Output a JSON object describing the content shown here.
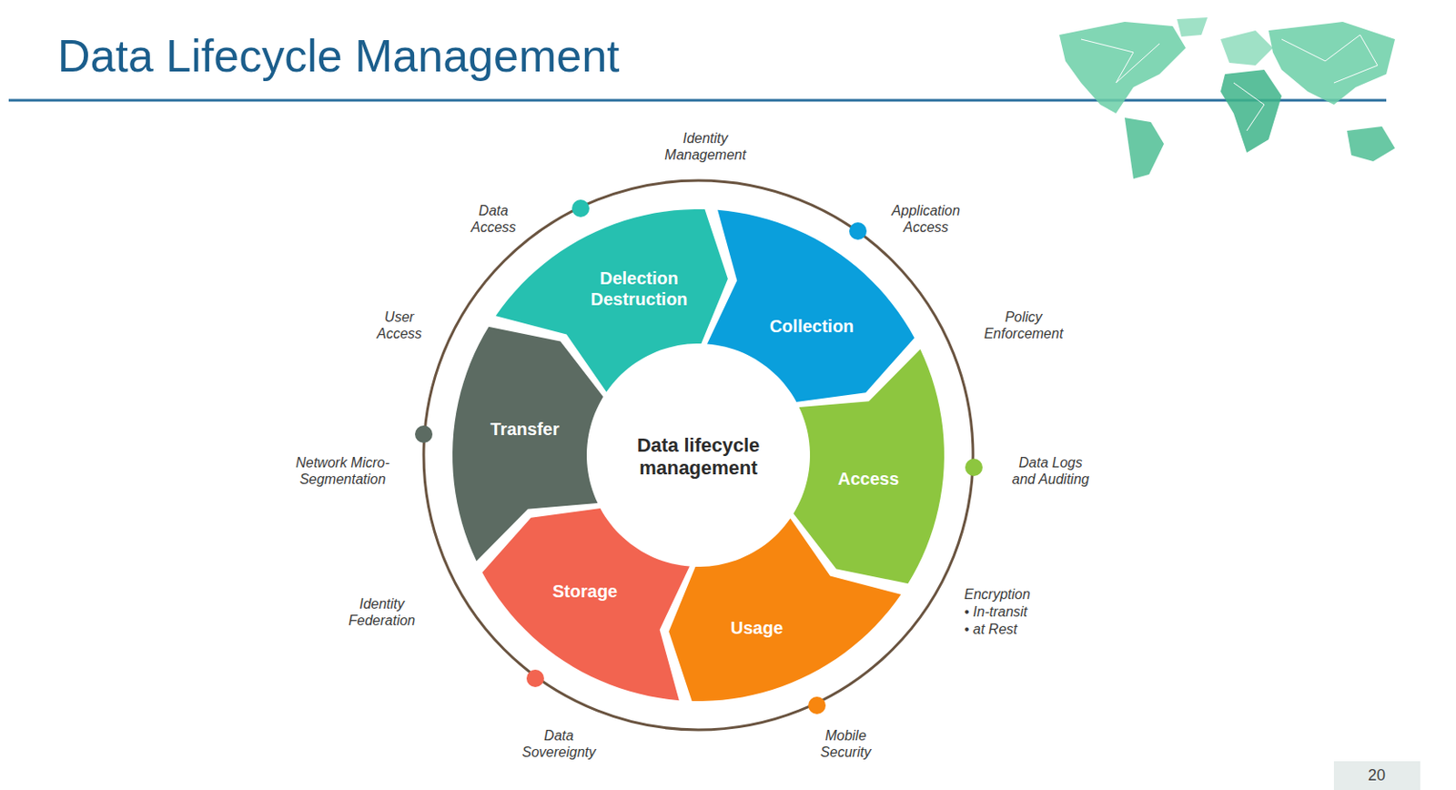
{
  "diagram": {
    "title": "Data Lifecycle Management",
    "nodes": [
      {
        "text": [
          "Delection Destruction"
        ]
      },
      {
        "text": [
          "Collection"
        ]
      },
      {
        "text": [
          "Access"
        ]
      },
      {
        "text": [
          "Usage"
        ]
      },
      {
        "text": [
          "Storage"
        ]
      },
      {
        "text": [
          "Transfer"
        ]
      },
      {
        "text": [
          "Data lifecycle management"
        ]
      }
    ],
    "labels": [
      "Identity Management",
      "Application Access",
      "Policy Enforcement",
      "Data Logs and Auditing",
      "Encryption",
      "• In-transit",
      "• at Rest",
      "Mobile Security",
      "Data Sovereignty",
      "Identity Federation",
      "Network Micro-Segmentation",
      "User Access",
      "Data Access",
      "20"
    ]
  }
}
